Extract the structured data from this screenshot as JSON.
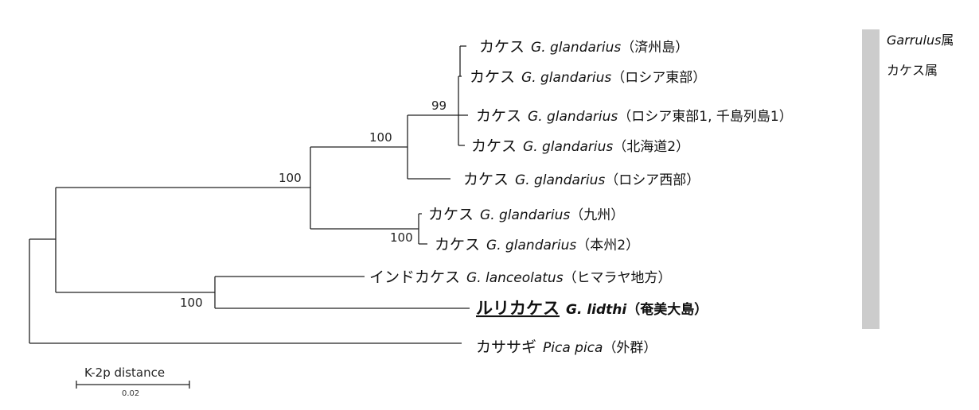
{
  "tips": [
    {
      "id": "t1",
      "name": "カケス",
      "species": "G. glandarius",
      "locality": "（済州島）"
    },
    {
      "id": "t2",
      "name": "カケス",
      "species": "G. glandarius",
      "locality": "（ロシア東部）"
    },
    {
      "id": "t3",
      "name": "カケス",
      "species": "G. glandarius",
      "locality": "（ロシア東部1, 千島列島1）"
    },
    {
      "id": "t4",
      "name": "カケス",
      "species": "G. glandarius",
      "locality": "（北海道2）"
    },
    {
      "id": "t5",
      "name": "カケス",
      "species": "G. glandarius",
      "locality": "（ロシア西部）"
    },
    {
      "id": "t6",
      "name": "カケス",
      "species": "G. glandarius",
      "locality": "（九州）"
    },
    {
      "id": "t7",
      "name": "カケス",
      "species": "G. glandarius",
      "locality": "（本州2）"
    },
    {
      "id": "t8",
      "name": "インドカケス",
      "species": "G. lanceolatus",
      "locality": "（ヒマラヤ地方）"
    },
    {
      "id": "t9",
      "name": "ルリカケス",
      "species": "G. lidthi",
      "locality": "（奄美大島）",
      "highlight": true
    },
    {
      "id": "t10",
      "name": "カササギ",
      "species": "Pica pica",
      "locality": "（外群）"
    }
  ],
  "bootstrap": {
    "eastern_clade": "99",
    "glandarius_asia": "100",
    "glandarius_all": "100",
    "kyushu_honshu": "100",
    "lanceolatus_lidthi": "100"
  },
  "genus_bar": {
    "color": "#cccccc",
    "label_genus": "Garrulus",
    "label_genus_suffix": "属",
    "label_jp": "カケス属"
  },
  "scale_bar": {
    "label": "K-2p distance",
    "value": "0.02"
  }
}
